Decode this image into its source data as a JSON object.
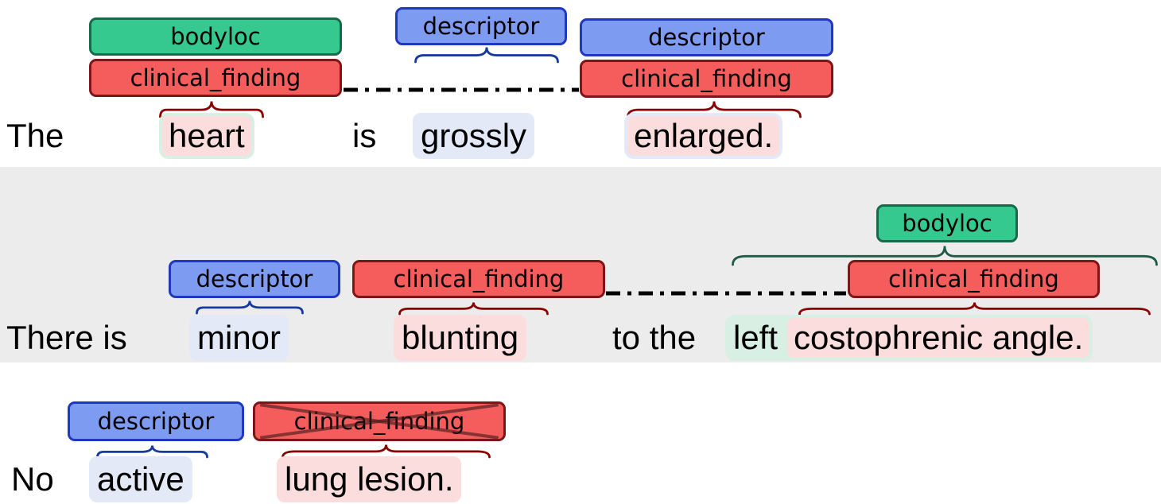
{
  "label_names": {
    "bodyloc": "bodyloc",
    "clinical_finding": "clinical_finding",
    "descriptor": "descriptor"
  },
  "colors": {
    "bodyloc_fill": "#35c98f",
    "bodyloc_border": "#17694a",
    "clinical_finding_fill": "#f45d5c",
    "clinical_finding_border": "#7e1517",
    "descriptor_fill": "#7e9bf2",
    "descriptor_border": "#2038c0",
    "span_clinical_finding_highlight": "#fbdddd",
    "span_descriptor_highlight": "#e4e9f8",
    "span_bodyloc_highlight": "#d8efe3",
    "brace_clinical_finding": "#8b0000",
    "brace_descriptor": "#173a9e",
    "brace_bodyloc": "#1d5c45",
    "relation_line": "#000000",
    "sentence2_band": "#ececec"
  },
  "sentences": [
    {
      "full_text": "The heart is grossly enlarged.",
      "tokens": {
        "pre": "The",
        "ent1": "heart",
        "mid": "is",
        "ent2": "grossly",
        "ent3": "enlarged."
      },
      "entities": [
        {
          "text": "heart",
          "labels": [
            "bodyloc",
            "clinical_finding"
          ]
        },
        {
          "text": "grossly",
          "labels": [
            "descriptor"
          ]
        },
        {
          "text": "enlarged",
          "labels": [
            "descriptor",
            "clinical_finding"
          ]
        }
      ],
      "relations": [
        {
          "from": "heart",
          "to": "enlarged",
          "style": "dash-dot"
        }
      ]
    },
    {
      "full_text": "There is minor blunting to the left costophrenic angle.",
      "tokens": {
        "pre": "There is",
        "ent1": "minor",
        "ent2": "blunting",
        "mid": "to the",
        "ent3a": "left",
        "ent3b": "costophrenic angle."
      },
      "entities": [
        {
          "text": "minor",
          "labels": [
            "descriptor"
          ]
        },
        {
          "text": "blunting",
          "labels": [
            "clinical_finding"
          ]
        },
        {
          "text": "left costophrenic angle",
          "labels": [
            "bodyloc"
          ]
        },
        {
          "text": "costophrenic angle",
          "labels": [
            "clinical_finding"
          ]
        }
      ],
      "relations": [
        {
          "from": "blunting",
          "to": "costophrenic angle",
          "style": "dash-dot"
        }
      ]
    },
    {
      "full_text": "No active lung lesion.",
      "tokens": {
        "pre": "No",
        "ent1": "active",
        "ent2": "lung lesion."
      },
      "entities": [
        {
          "text": "active",
          "labels": [
            "descriptor"
          ]
        },
        {
          "text": "lung lesion",
          "labels": [
            "clinical_finding"
          ],
          "negated": true
        }
      ],
      "relations": []
    }
  ]
}
